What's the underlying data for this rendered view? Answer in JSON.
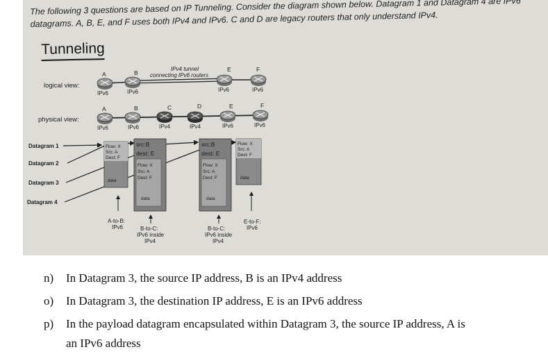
{
  "intro_text": "The following 3 questions are based on IP Tunneling. Consider the diagram shown below. Datagram 1 and Datagram 4 are IPv6 datagrams. A, B, E, and F uses both IPv4 and IPv6. C and D are legacy routers that only understand IPv4.",
  "slide_title": "Tunneling",
  "logical": {
    "label": "logical view:",
    "tunnel_label_1": "IPv4 tunnel",
    "tunnel_label_2": "connecting IPv6 routers",
    "routers": [
      {
        "name": "A",
        "proto": "IPv6"
      },
      {
        "name": "B",
        "proto": "IPv6"
      },
      {
        "name": "E",
        "proto": "IPv6"
      },
      {
        "name": "F",
        "proto": "IPv6"
      }
    ]
  },
  "physical": {
    "label": "physical view:",
    "routers": [
      {
        "name": "A",
        "proto": "IPv6"
      },
      {
        "name": "B",
        "proto": "IPv6"
      },
      {
        "name": "C",
        "proto": "IPv4"
      },
      {
        "name": "D",
        "proto": "IPv4"
      },
      {
        "name": "E",
        "proto": "IPv6"
      },
      {
        "name": "F",
        "proto": "IPv6"
      }
    ]
  },
  "datagram_labels": [
    "Datagram 1",
    "Datagram 2",
    "Datagram 3",
    "Datagram 4"
  ],
  "packets": {
    "p1": {
      "flow": "Flow: X",
      "src": "Src: A",
      "dest": "Dest: F",
      "data": "data"
    },
    "p2": {
      "src": "src:B",
      "dest": "dest: E",
      "flow": "Flow: X",
      "isrc": "Src: A",
      "idest": "Dest: F",
      "data": "data"
    },
    "p3": {
      "src": "src:B",
      "dest": "dest: E",
      "flow": "Flow: X",
      "isrc": "Src: A",
      "idest": "Dest: F",
      "data": "data"
    },
    "p4": {
      "flow": "Flow: X",
      "src": "Src: A",
      "dest": "Dest: F",
      "data": "data"
    }
  },
  "links": {
    "ab": {
      "l1": "A-to-B:",
      "l2": "IPv6"
    },
    "bc": {
      "l1": "B-to-C:",
      "l2": "IPv6 inside",
      "l3": "IPv4"
    },
    "de": {
      "l1": "B-to-C:",
      "l2": "IPv6 inside",
      "l3": "IPv4"
    },
    "ef": {
      "l1": "E-to-F:",
      "l2": "IPv6"
    }
  },
  "questions": [
    {
      "letter": "n)",
      "text": "In Datagram 3, the source IP address, B is an IPv4 address"
    },
    {
      "letter": "o)",
      "text": "In Datagram 3, the destination IP address, E is an IPv6 address"
    },
    {
      "letter": "p)",
      "text": "In the payload datagram encapsulated within Datagram 3, the source IP address, A is",
      "cont": "an IPv6 address"
    }
  ]
}
